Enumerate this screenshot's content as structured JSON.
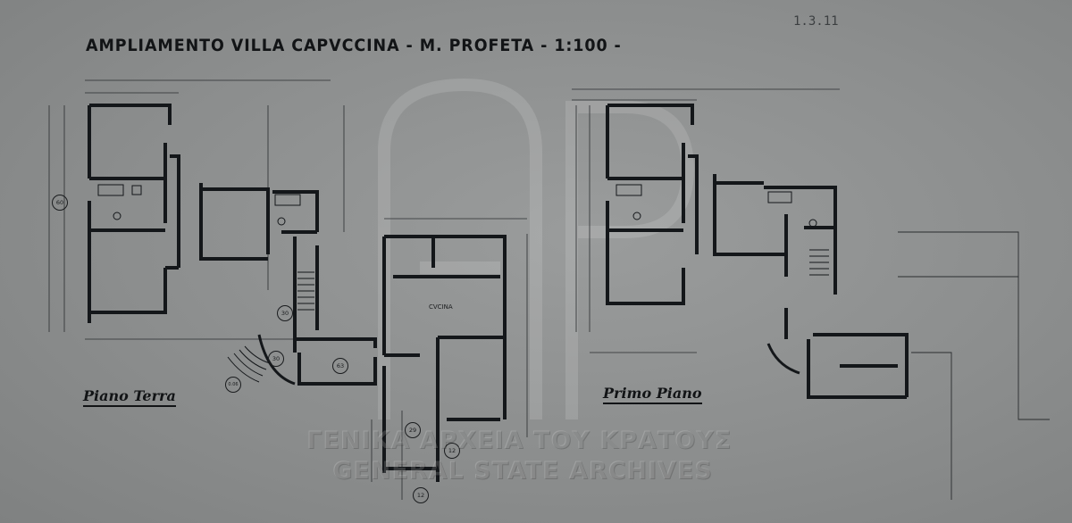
{
  "title": "AMPLIAMENTO  VILLA  CAPVCCINA - M. PROFETA  - 1:100 -",
  "reference": "1.3.11",
  "floors": {
    "ground": "Piano Terra",
    "first": "Primo Piano"
  },
  "rooms": {
    "kitchen": "CVCINA"
  },
  "markers": {
    "m60": "60",
    "m30a": "30",
    "m30b": "30",
    "m63": "63",
    "m29": "29",
    "m12a": "12",
    "m12b": "12",
    "m006": "0.06"
  },
  "watermark": {
    "greek": "ΓΕΝΙΚΑ ΑΡΧΕΙΑ ΤΟΥ ΚΡΑΤΟΥΣ",
    "english": "GENERAL STATE ARCHIVES"
  },
  "colors": {
    "paper": "#8c8e8e",
    "ink": "#15181a"
  }
}
